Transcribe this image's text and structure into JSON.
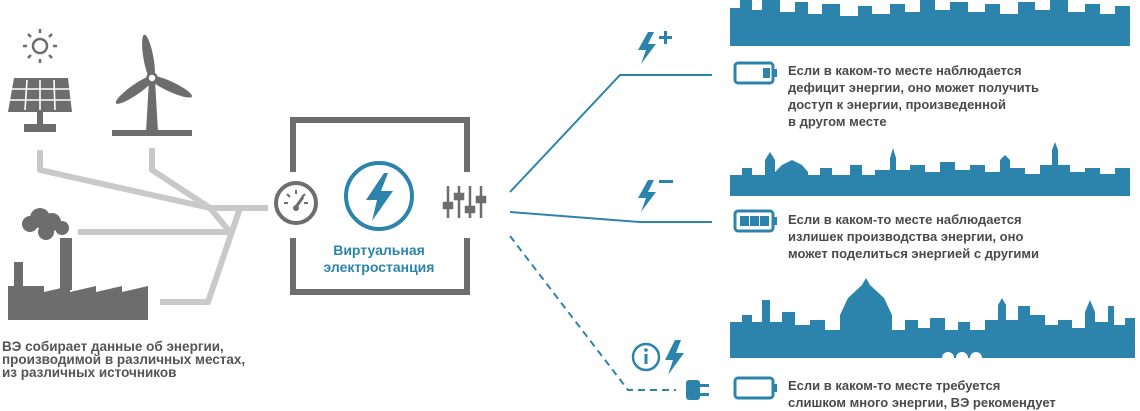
{
  "center": {
    "label": "Виртуальная\nэлектростанция"
  },
  "left": {
    "caption": "ВЭ собирает данные об энергии,\nпроизводимой в различных местах,\nиз различных источников"
  },
  "messages": [
    {
      "text": "Если в каком-то месте наблюдается\nдефицит энергии, оно может получить\nдоступ к энергии, произведенной\nв другом месте"
    },
    {
      "text": "Если в каком-то месте наблюдается\nизлишек производства энергии, оно\nможет поделиться энергией с другими"
    },
    {
      "text": "Если в каком-то месте требуется\nслишком много энергии, ВЭ рекомендует"
    }
  ],
  "colors": {
    "accent": "#2c84ad",
    "gray": "#c7c7c7",
    "dark": "#6d6d6d"
  },
  "icons": [
    "sun-icon",
    "solar-panel-icon",
    "wind-turbine-icon",
    "factory-icon",
    "gauge-icon",
    "lightning-icon",
    "sliders-icon",
    "battery-icon",
    "info-icon",
    "plug-icon"
  ]
}
